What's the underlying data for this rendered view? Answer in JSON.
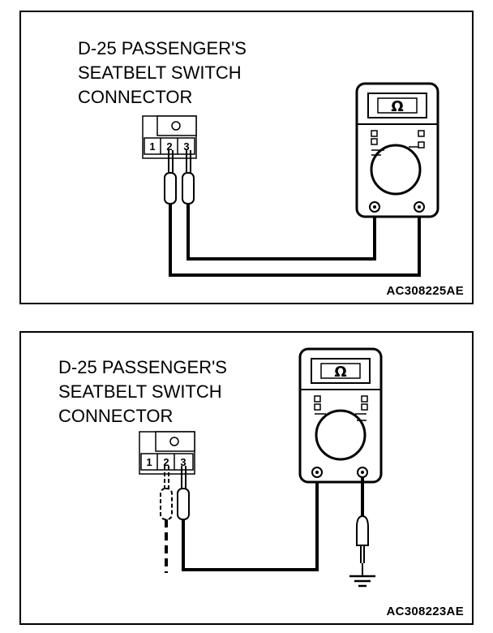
{
  "diagram1": {
    "title_lines": [
      "D-25 PASSENGER'S",
      "SEATBELT SWITCH",
      "CONNECTOR"
    ],
    "pins": [
      "1",
      "2",
      "3"
    ],
    "meter_symbol": "Ω",
    "code": "AC308225AE"
  },
  "diagram2": {
    "title_lines": [
      "D-25 PASSENGER'S",
      "SEATBELT SWITCH",
      "CONNECTOR"
    ],
    "pins": [
      "1",
      "2",
      "3"
    ],
    "meter_symbol": "Ω",
    "code": "AC308223AE"
  }
}
